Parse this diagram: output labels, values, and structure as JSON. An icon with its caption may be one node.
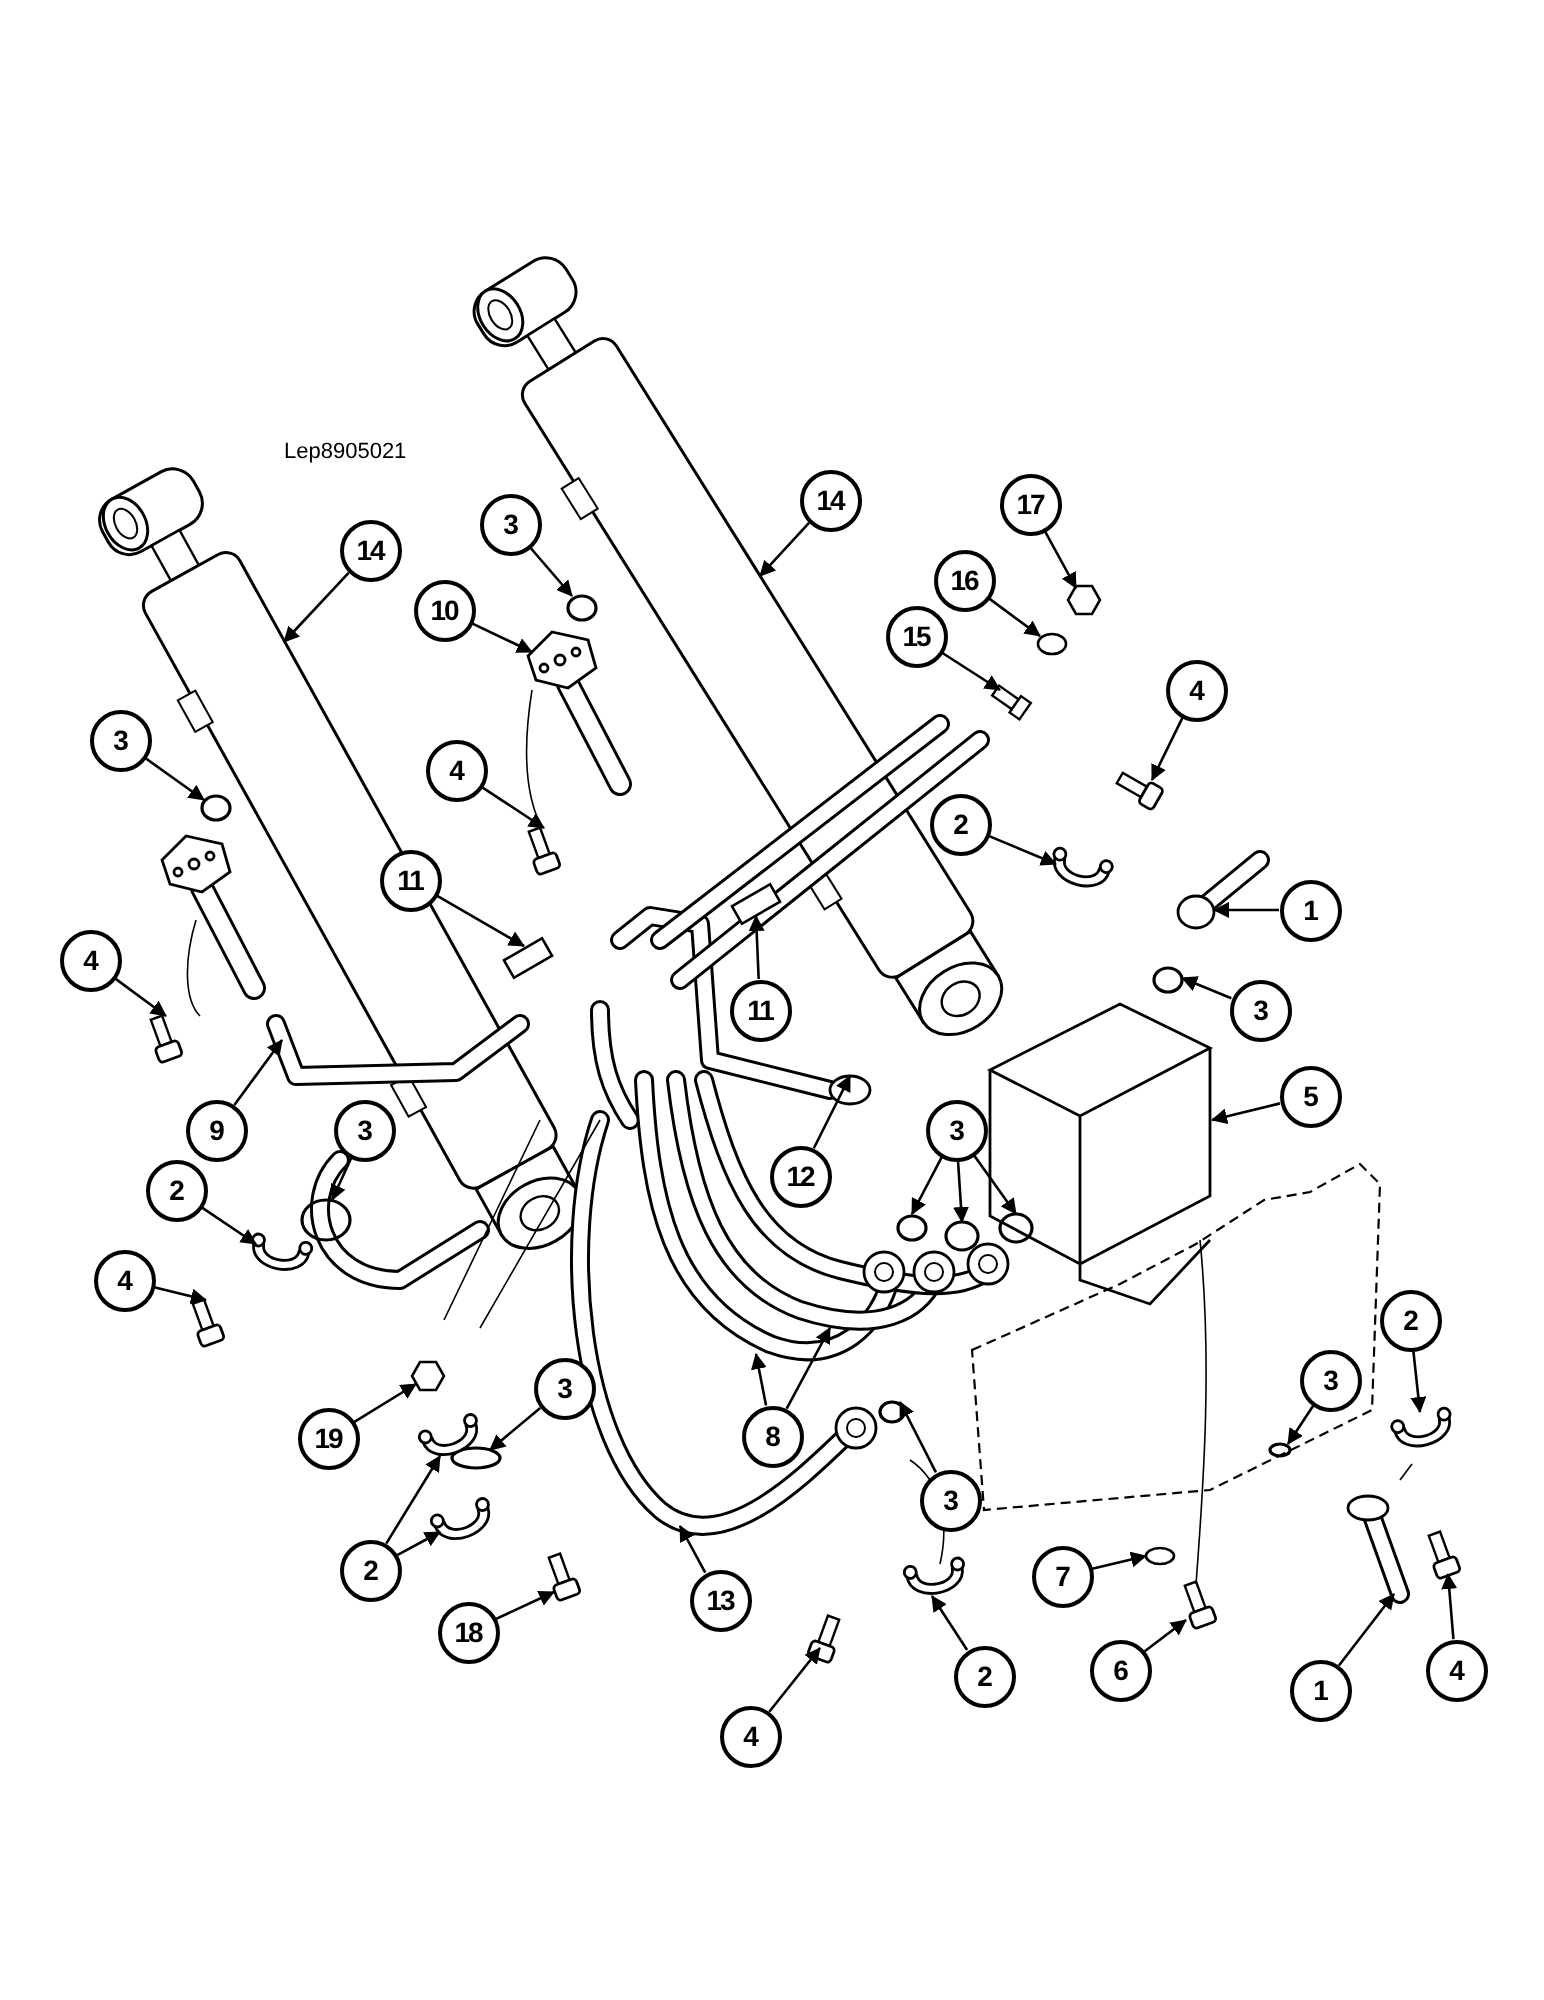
{
  "diagram": {
    "nodes": [
      {
        "text": [
          "14"
        ]
      },
      {
        "text": [
          "3"
        ]
      },
      {
        "text": [
          "14"
        ]
      },
      {
        "text": [
          "17"
        ]
      },
      {
        "text": [
          "16"
        ]
      },
      {
        "text": [
          "15"
        ]
      },
      {
        "text": [
          "10"
        ]
      },
      {
        "text": [
          "4"
        ]
      },
      {
        "text": [
          "3"
        ]
      },
      {
        "text": [
          "2"
        ]
      },
      {
        "text": [
          "4"
        ]
      },
      {
        "text": [
          "11"
        ]
      },
      {
        "text": [
          "1"
        ]
      },
      {
        "text": [
          "4"
        ]
      },
      {
        "text": [
          "11"
        ]
      },
      {
        "text": [
          "3"
        ]
      },
      {
        "text": [
          "9"
        ]
      },
      {
        "text": [
          "12"
        ]
      },
      {
        "text": [
          "5"
        ]
      },
      {
        "text": [
          "3"
        ]
      },
      {
        "text": [
          "2"
        ]
      },
      {
        "text": [
          "3"
        ]
      },
      {
        "text": [
          "4"
        ]
      },
      {
        "text": [
          "19"
        ]
      },
      {
        "text": [
          "3"
        ]
      },
      {
        "text": [
          "8"
        ]
      },
      {
        "text": [
          "3"
        ]
      },
      {
        "text": [
          "2"
        ]
      },
      {
        "text": [
          "3"
        ]
      },
      {
        "text": [
          "2"
        ]
      },
      {
        "text": [
          "13"
        ]
      },
      {
        "text": [
          "7"
        ]
      },
      {
        "text": [
          "18"
        ]
      },
      {
        "text": [
          "2"
        ]
      },
      {
        "text": [
          "6"
        ]
      },
      {
        "text": [
          "1"
        ]
      },
      {
        "text": [
          "4"
        ]
      },
      {
        "text": [
          "4"
        ]
      }
    ],
    "edges": [
      {
        "from": 0,
        "to": null,
        "arrow": "to"
      },
      {
        "from": 1,
        "to": null,
        "arrow": "to"
      },
      {
        "from": 2,
        "to": null,
        "arrow": "to"
      },
      {
        "from": 3,
        "to": null,
        "arrow": "to"
      },
      {
        "from": 4,
        "to": null,
        "arrow": "to"
      },
      {
        "from": 5,
        "to": null,
        "arrow": "to"
      },
      {
        "from": 6,
        "to": null,
        "arrow": "to"
      },
      {
        "from": 7,
        "to": null,
        "arrow": "to"
      },
      {
        "from": 8,
        "to": null,
        "arrow": "to"
      },
      {
        "from": 9,
        "to": null,
        "arrow": "to"
      },
      {
        "from": 10,
        "to": null,
        "arrow": "to"
      },
      {
        "from": 11,
        "to": null,
        "arrow": "to"
      },
      {
        "from": 12,
        "to": null,
        "arrow": "to"
      },
      {
        "from": 13,
        "to": null,
        "arrow": "to"
      },
      {
        "from": 14,
        "to": null,
        "arrow": "to"
      },
      {
        "from": 15,
        "to": null,
        "arrow": "to"
      },
      {
        "from": 16,
        "to": null,
        "arrow": "to"
      },
      {
        "from": 17,
        "to": null,
        "arrow": "to"
      },
      {
        "from": 18,
        "to": null,
        "arrow": "to"
      },
      {
        "from": 19,
        "to": null,
        "arrow": "to"
      },
      {
        "from": 20,
        "to": null,
        "arrow": "to"
      },
      {
        "from": 21,
        "to": null,
        "arrow": "to"
      },
      {
        "from": 21,
        "to": null,
        "arrow": "to"
      },
      {
        "from": 21,
        "to": null,
        "arrow": "to"
      },
      {
        "from": 22,
        "to": null,
        "arrow": "to"
      },
      {
        "from": 23,
        "to": null,
        "arrow": "to"
      },
      {
        "from": 24,
        "to": null,
        "arrow": "to"
      },
      {
        "from": 25,
        "to": null,
        "arrow": "to"
      },
      {
        "from": 25,
        "to": null,
        "arrow": "to"
      },
      {
        "from": 26,
        "to": null,
        "arrow": "to"
      },
      {
        "from": 27,
        "to": null,
        "arrow": "to"
      },
      {
        "from": 28,
        "to": null,
        "arrow": "to"
      },
      {
        "from": 29,
        "to": null,
        "arrow": "to"
      },
      {
        "from": 29,
        "to": null,
        "arrow": "to"
      },
      {
        "from": 30,
        "to": null,
        "arrow": "to"
      },
      {
        "from": 31,
        "to": null,
        "arrow": "to"
      },
      {
        "from": 32,
        "to": null,
        "arrow": "to"
      },
      {
        "from": 33,
        "to": null,
        "arrow": "to"
      },
      {
        "from": 34,
        "to": null,
        "arrow": "to"
      },
      {
        "from": 35,
        "to": null,
        "arrow": "to"
      },
      {
        "from": 36,
        "to": null,
        "arrow": "to"
      },
      {
        "from": 37,
        "to": null,
        "arrow": "to"
      }
    ],
    "labels": [
      "Lep8905021"
    ]
  }
}
